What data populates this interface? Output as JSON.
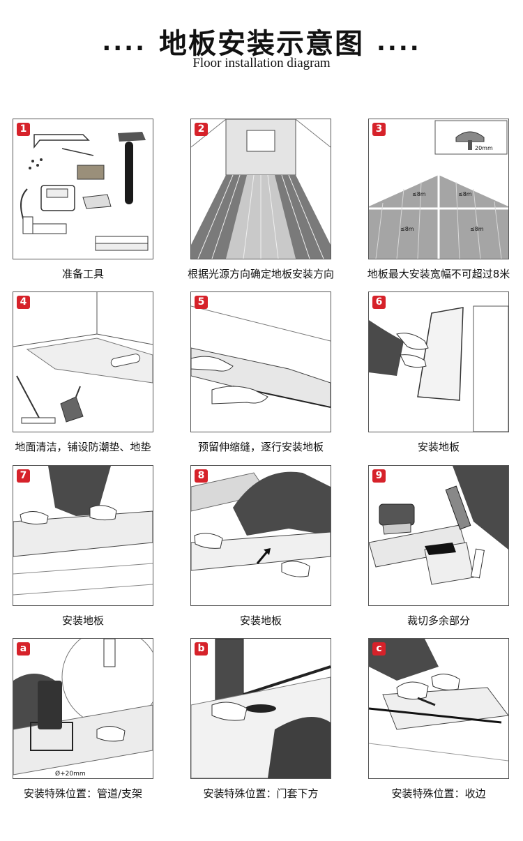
{
  "header": {
    "title": "地板安装示意图",
    "dots": "....",
    "subtitle": "Floor installation diagram"
  },
  "steps": [
    {
      "badge": "1",
      "caption": "准备工具",
      "icon": "tools-icon"
    },
    {
      "badge": "2",
      "caption": "根据光源方向确定地板安装方向",
      "icon": "room-perspective-icon"
    },
    {
      "badge": "3",
      "caption": "地板最大安装宽幅不可超过8米",
      "icon": "floor-width-icon",
      "labels": [
        "20mm",
        "≤8m",
        "≤8m",
        "≤8m",
        "≤8m"
      ]
    },
    {
      "badge": "4",
      "caption": "地面清洁，铺设防潮垫、地垫",
      "icon": "cleaning-icon"
    },
    {
      "badge": "5",
      "caption": "预留伸缩缝，逐行安装地板",
      "icon": "expansion-gap-icon"
    },
    {
      "badge": "6",
      "caption": "安装地板",
      "icon": "install-plank-icon"
    },
    {
      "badge": "7",
      "caption": "安装地板",
      "icon": "install-plank-icon"
    },
    {
      "badge": "8",
      "caption": "安装地板",
      "icon": "push-plank-icon"
    },
    {
      "badge": "9",
      "caption": "裁切多余部分",
      "icon": "saw-icon"
    },
    {
      "badge": "a",
      "caption": "安装特殊位置：管道/支架",
      "icon": "pipe-cut-icon",
      "labels": [
        "Ø+20mm"
      ]
    },
    {
      "badge": "b",
      "caption": "安装特殊位置：门套下方",
      "icon": "door-frame-icon"
    },
    {
      "badge": "c",
      "caption": "安装特殊位置：收边",
      "icon": "edge-trim-icon"
    }
  ]
}
